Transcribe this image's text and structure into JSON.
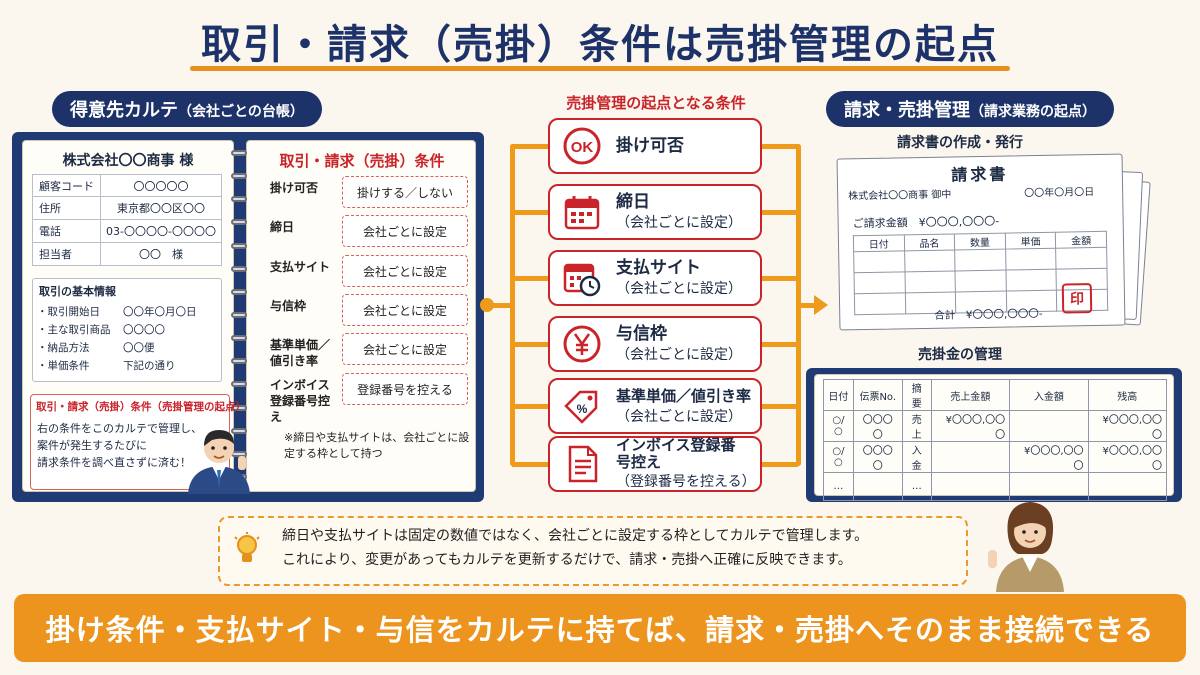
{
  "title": "取引・請求（売掛）条件は売掛管理の起点",
  "left": {
    "header_main": "得意先カルテ",
    "header_sub": "（会社ごとの台帳）",
    "company_name": "株式会社〇〇商事 様",
    "info_rows": [
      {
        "label": "顧客コード",
        "value": "〇〇〇〇〇"
      },
      {
        "label": "住所",
        "value": "東京都〇〇区〇〇"
      },
      {
        "label": "電話",
        "value": "03-〇〇〇〇-〇〇〇〇"
      },
      {
        "label": "担当者",
        "value": "〇〇　様"
      }
    ],
    "basic_title": "取引の基本情報",
    "basic_rows": [
      {
        "label": "・取引開始日",
        "value": "〇〇年〇月〇日"
      },
      {
        "label": "・主な取引商品",
        "value": "〇〇〇〇"
      },
      {
        "label": "・納品方法",
        "value": "〇〇便"
      },
      {
        "label": "・単価条件",
        "value": "下記の通り"
      }
    ],
    "callout_title": "取引・請求（売掛）条件（売掛管理の起点）",
    "callout_lines": [
      "右の条件をこのカルテで管理し、",
      "案件が発生するたびに",
      "請求条件を調べ直さずに済む！"
    ],
    "cond_title": "取引・請求（売掛）条件",
    "cond_rows": [
      {
        "label": "掛け可否",
        "value": "掛けする／しない"
      },
      {
        "label": "締日",
        "value": "会社ごとに設定"
      },
      {
        "label": "支払サイト",
        "value": "会社ごとに設定"
      },
      {
        "label": "与信枠",
        "value": "会社ごとに設定"
      },
      {
        "label": "基準単価／値引き率",
        "value": "会社ごとに設定"
      },
      {
        "label": "インボイス登録番号控え",
        "value": "登録番号を控える"
      }
    ],
    "cond_note": "※締日や支払サイトは、会社ごとに設定する枠として持つ"
  },
  "center": {
    "header": "売掛管理の起点となる条件",
    "items": [
      {
        "icon": "ok-icon",
        "main": "掛け可否",
        "sub": ""
      },
      {
        "icon": "calendar-icon",
        "main": "締日",
        "sub": "（会社ごとに設定）"
      },
      {
        "icon": "calendar-clock-icon",
        "main": "支払サイト",
        "sub": "（会社ごとに設定）"
      },
      {
        "icon": "yen-icon",
        "main": "与信枠",
        "sub": "（会社ごとに設定）"
      },
      {
        "icon": "discount-tag-icon",
        "main": "基準単価／値引き率",
        "sub": "（会社ごとに設定）"
      },
      {
        "icon": "document-icon",
        "main": "インボイス登録番号控え",
        "sub": "（登録番号を控える）"
      }
    ],
    "ok_text": "OK"
  },
  "right": {
    "header_main": "請求・売掛管理",
    "header_sub": "（請求業務の起点）",
    "invoice_section": "請求書の作成・発行",
    "invoice": {
      "title": "請求書",
      "to": "株式会社〇〇商事 御中",
      "date": "〇〇年〇月〇日",
      "amount": "ご請求金額　¥〇〇〇,〇〇〇-",
      "cols": [
        "日付",
        "品名",
        "数量",
        "単価",
        "金額"
      ],
      "total": "合計　¥〇〇〇,〇〇〇-",
      "seal": "印"
    },
    "ledger_section": "売掛金の管理",
    "ledger": {
      "cols": [
        "日付",
        "伝票No.",
        "摘要",
        "売上金額",
        "入金額",
        "残高"
      ],
      "rows": [
        [
          "○/○",
          "〇〇〇〇",
          "売上",
          "¥〇〇〇,〇〇〇",
          "",
          "¥〇〇〇,〇〇〇"
        ],
        [
          "○/○",
          "〇〇〇〇",
          "入金",
          "",
          "¥〇〇〇,〇〇〇",
          "¥〇〇〇,〇〇〇"
        ],
        [
          "…",
          "",
          "…",
          "",
          "",
          ""
        ]
      ]
    }
  },
  "note_lines": [
    "締日や支払サイトは固定の数値ではなく、会社ごとに設定する枠としてカルテで管理します。",
    "これにより、変更があってもカルテを更新するだけで、請求・売掛へ正確に反映できます。"
  ],
  "banner": "掛け条件・支払サイト・与信をカルテに持てば、請求・売掛へそのまま接続できる",
  "colors": {
    "navy": "#1c3269",
    "orange": "#ec941d",
    "red": "#c9242a"
  }
}
